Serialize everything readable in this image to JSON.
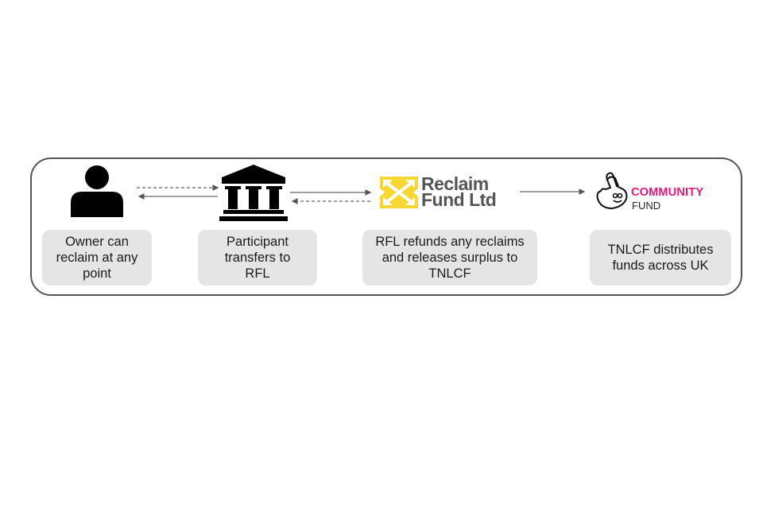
{
  "diagram": {
    "title": "",
    "nodes": [
      {
        "id": "owner",
        "icon": "person-icon",
        "label": "Owner can reclaim at any point"
      },
      {
        "id": "participant",
        "icon": "bank-building-icon",
        "label": "Participant transfers to RFL"
      },
      {
        "id": "rfl",
        "logo_line1": "Reclaim",
        "logo_line2": "Fund Ltd",
        "label": "RFL refunds any reclaims and releases surplus to TNLCF"
      },
      {
        "id": "tnlcf",
        "logo_line1": "COMMUNITY",
        "logo_line2": "FUND",
        "label": "TNLCF distributes funds across UK"
      }
    ],
    "edges": [
      {
        "from": "owner",
        "to": "participant",
        "style": "dashed"
      },
      {
        "from": "participant",
        "to": "owner",
        "style": "solid"
      },
      {
        "from": "participant",
        "to": "rfl",
        "style": "solid"
      },
      {
        "from": "rfl",
        "to": "participant",
        "style": "dashed"
      },
      {
        "from": "rfl",
        "to": "tnlcf",
        "style": "solid"
      }
    ],
    "colors": {
      "frame": "#555555",
      "box": "#e5e5e5",
      "rfl_yellow": "#f7d832",
      "rfl_grey": "#555555",
      "community_pink": "#e6157f"
    }
  }
}
